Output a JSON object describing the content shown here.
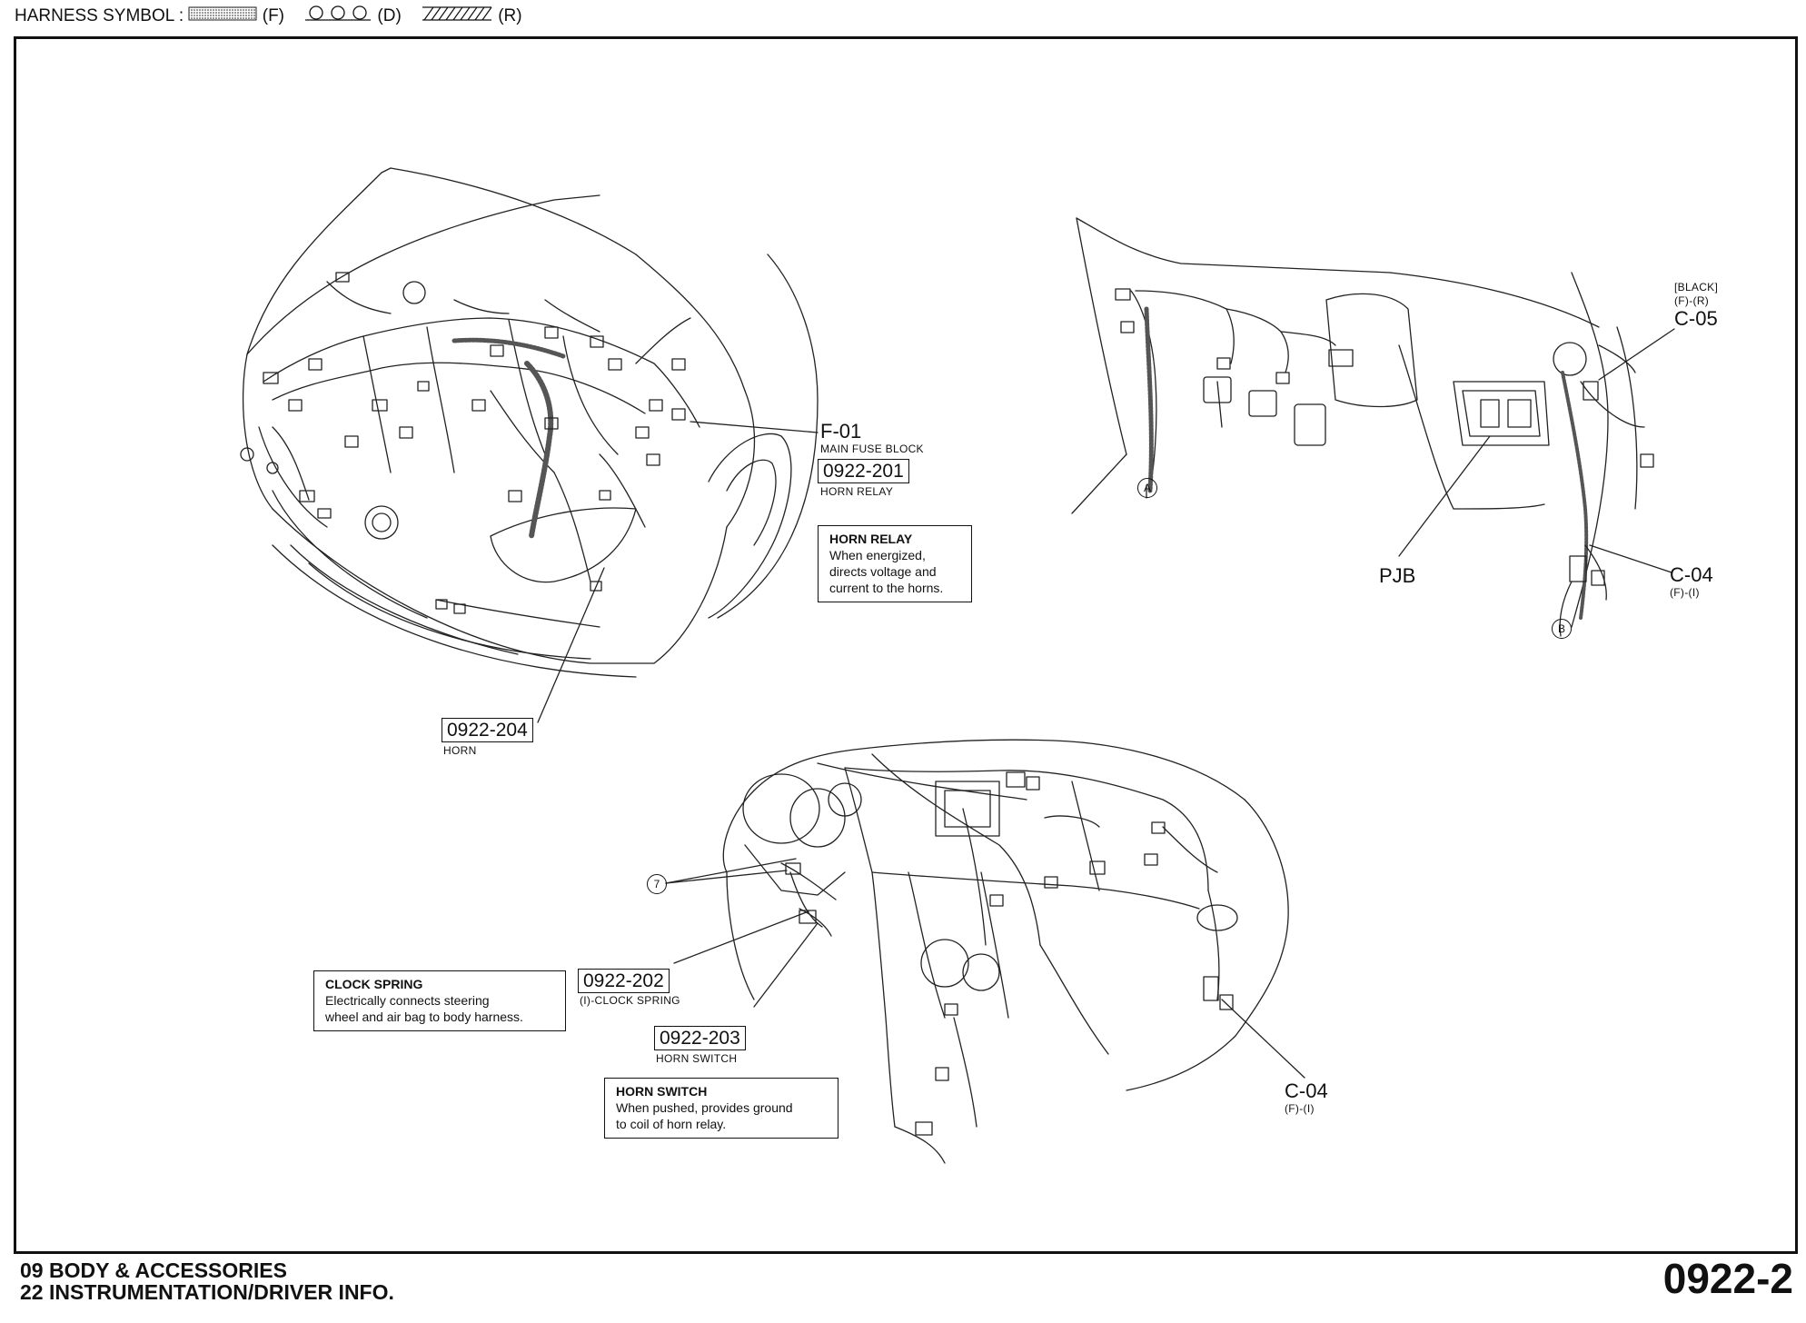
{
  "harness_legend": {
    "label": "HARNESS SYMBOL :",
    "f": "(F)",
    "d": "(D)",
    "r": "(R)"
  },
  "engine_bay": {
    "f01": {
      "code": "F-01",
      "desc": "MAIN FUSE BLOCK"
    },
    "relay": {
      "code": "0922-201",
      "desc": "HORN RELAY"
    },
    "horn": {
      "code": "0922-204",
      "desc": "HORN"
    },
    "relay_note": {
      "title": "HORN RELAY",
      "l1": "When energized,",
      "l2": "directs voltage and",
      "l3": "current to the horns."
    }
  },
  "interior_left": {
    "black_tag": "[BLACK]",
    "c05_sub": "(F)-(R)",
    "c05": "C-05",
    "pjb": "PJB",
    "c04": "C-04",
    "c04_sub": "(F)-(I)",
    "marker_a": "A",
    "marker_b": "B"
  },
  "dashboard": {
    "marker_7": "7",
    "clock_spring": {
      "code": "0922-202",
      "desc": "(I)-CLOCK SPRING"
    },
    "horn_switch": {
      "code": "0922-203",
      "desc": "HORN SWITCH"
    },
    "clock_note": {
      "title": "CLOCK SPRING",
      "l1": "Electrically connects steering",
      "l2": "wheel and air bag to body harness."
    },
    "switch_note": {
      "title": "HORN SWITCH",
      "l1": "When pushed, provides ground",
      "l2": "to coil of horn relay."
    },
    "c04": "C-04",
    "c04_sub": "(F)-(I)"
  },
  "footer": {
    "line1": "09  BODY & ACCESSORIES",
    "line2": "22  INSTRUMENTATION/DRIVER INFO.",
    "page": "0922-2"
  }
}
